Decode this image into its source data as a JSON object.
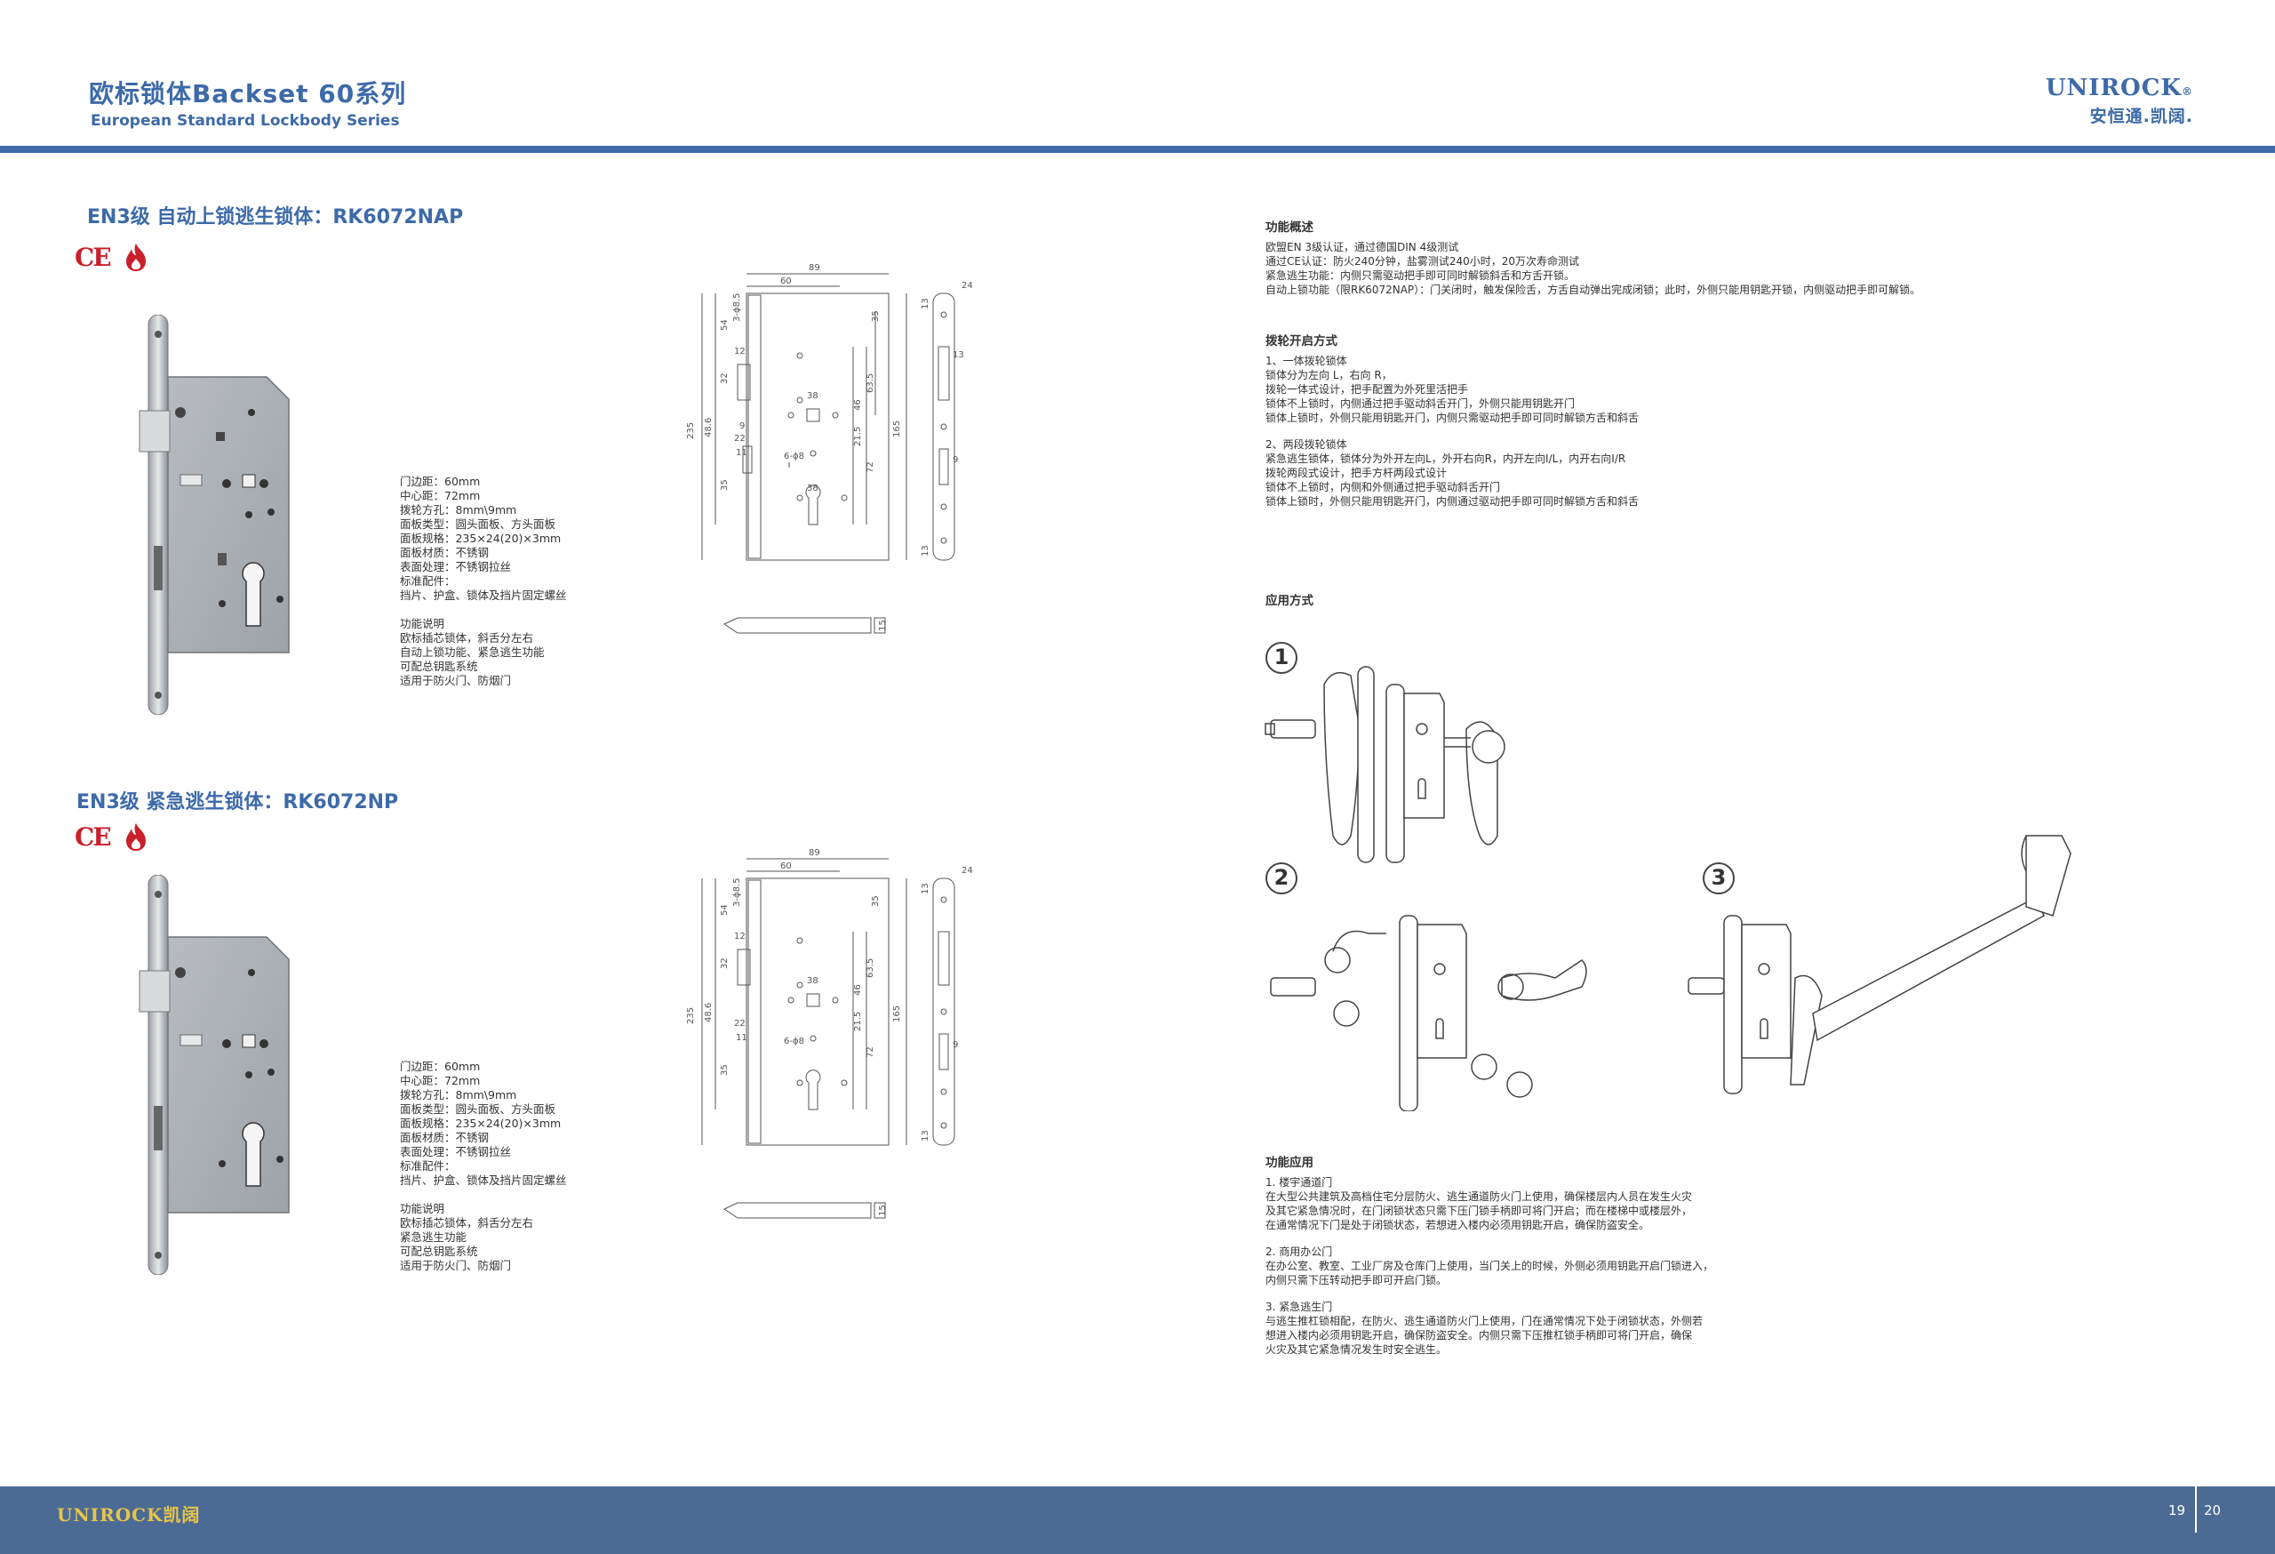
{
  "header": {
    "title_cn": "欧标锁体Backset 60系列",
    "title_en": "European Standard Lockbody Series",
    "brand_en": "UNIROCK",
    "brand_cn": "安恒通.凯阔."
  },
  "product1": {
    "title": "EN3级 自动上锁逃生锁体：RK6072NAP",
    "cert": "CE",
    "specs": [
      "门边距：60mm",
      "中心距：72mm",
      "拨轮方孔：8mm\\9mm",
      "面板类型：圆头面板、方头面板",
      "面板规格：235×24(20)×3mm",
      "面板材质：不锈钢",
      "表面处理：不锈钢拉丝",
      "标准配件：",
      "挡片、护盒、锁体及挡片固定螺丝"
    ],
    "features_head": "功能说明",
    "features": [
      "欧标插芯锁体，斜舌分左右",
      "自动上锁功能、紧急逃生功能",
      "可配总钥匙系统",
      "适用于防火门、防烟门"
    ]
  },
  "product2": {
    "title": "EN3级 紧急逃生锁体：RK6072NP",
    "cert": "CE",
    "specs": [
      "门边距：60mm",
      "中心距：72mm",
      "拨轮方孔：8mm\\9mm",
      "面板类型：圆头面板、方头面板",
      "面板规格：235×24(20)×3mm",
      "面板材质：不锈钢",
      "表面处理：不锈钢拉丝",
      "标准配件：",
      "挡片、护盒、锁体及挡片固定螺丝"
    ],
    "features_head": "功能说明",
    "features": [
      "欧标插芯锁体，斜舌分左右",
      "紧急逃生功能",
      "可配总钥匙系统",
      "适用于防火门、防烟门"
    ]
  },
  "drawing_dims": {
    "top_width": "89",
    "backset": "60",
    "d_35": "35",
    "d_3phi85": "3-ϕ8.5",
    "d_54": "54",
    "d_12": "12",
    "d_32": "32",
    "d_38": "38",
    "d_46": "46",
    "d_635": "63.5",
    "d_9": "9",
    "d_215": "21.5",
    "d_235": "235",
    "d_486": "48.6",
    "d_22": "22",
    "d_11": "11",
    "d_165": "165",
    "d_6phi8": "6-ϕ8",
    "d_72": "72",
    "d_24": "24",
    "d_13": "13",
    "d_15": "15"
  },
  "overview": {
    "head": "功能概述",
    "lines": [
      "欧盟EN 3级认证，通过德国DIN 4级测试",
      "通过CE认证：防火240分钟，盐雾测试240小时，20万次寿命测试",
      "紧急逃生功能：内侧只需驱动把手即可同时解锁斜舌和方舌开锁。",
      "自动上锁功能（限RK6072NAP）：门关闭时，触发保险舌，方舌自动弹出完成闭锁；此时，外侧只能用钥匙开锁，内侧驱动把手即可解锁。"
    ]
  },
  "dial": {
    "head": "拨轮开启方式",
    "group1_title": "1、一体拨轮锁体",
    "group1": [
      "锁体分为左向 L，右向 R，",
      "拨轮一体式设计，把手配置为外死里活把手",
      "锁体不上锁时，内侧通过把手驱动斜舌开门，外侧只能用钥匙开门",
      "锁体上锁时，外侧只能用钥匙开门，内侧只需驱动把手即可同时解锁方舌和斜舌"
    ],
    "group2_title": "2、两段拨轮锁体",
    "group2": [
      "紧急逃生锁体，锁体分为外开左向L，外开右向R，内开左向I/L，内开右向I/R",
      "拨轮两段式设计，把手方杆两段式设计",
      "锁体不上锁时，内侧和外侧通过把手驱动斜舌开门",
      "锁体上锁时，外侧只能用钥匙开门，内侧通过驱动把手即可同时解锁方舌和斜舌"
    ]
  },
  "application": {
    "head": "应用方式",
    "nums": [
      "1",
      "2",
      "3"
    ]
  },
  "usage": {
    "head": "功能应用",
    "s1_title": "1. 楼宇通道门",
    "s1": [
      "在大型公共建筑及高档住宅分层防火、逃生通道防火门上使用，确保楼层内人员在发生火灾",
      "及其它紧急情况时，在门闭锁状态只需下压门锁手柄即可将门开启；而在楼梯中或楼层外，",
      "在通常情况下门是处于闭锁状态，若想进入楼内必须用钥匙开启，确保防盗安全。"
    ],
    "s2_title": "2. 商用办公门",
    "s2": [
      "在办公室、教室、工业厂房及仓库门上使用，当门关上的时候，外侧必须用钥匙开启门锁进入，",
      "内侧只需下压转动把手即可开启门锁。"
    ],
    "s3_title": "3. 紧急逃生门",
    "s3": [
      "与逃生推杠锁相配，在防火、逃生通道防火门上使用，门在通常情况下处于闭锁状态，外侧若",
      "想进入楼内必须用钥匙开启，确保防盗安全。内侧只需下压推杠锁手柄即可将门开启，确保",
      "火灾及其它紧急情况发生时安全逃生。"
    ]
  },
  "footer": {
    "brand": "UNIROCK凯阔",
    "page_left": "19",
    "page_right": "20"
  },
  "colors": {
    "brand_blue": "#3d6aa8",
    "footer_blue": "#4c6b94",
    "cert_red": "#c9202b",
    "footer_gold": "#e8c54a"
  }
}
